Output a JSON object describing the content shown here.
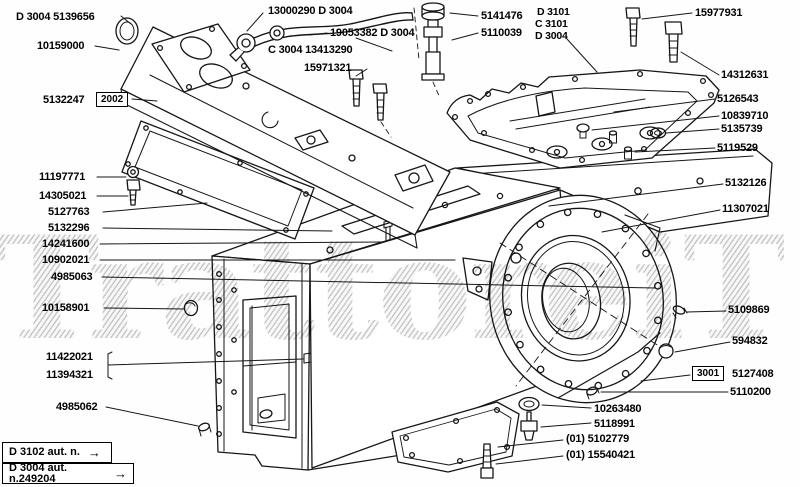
{
  "watermark": "TrattoreiT",
  "boxed_refs": {
    "cover_ref": "2002",
    "plug_ref": "3001"
  },
  "legend": [
    {
      "text": "D 3102 aut. n.",
      "arrow": "→"
    },
    {
      "text": "D 3004 aut. n.249204",
      "arrow": "→"
    }
  ],
  "labels": {
    "left": [
      "D 3004 5139656",
      "10159000",
      "5132247",
      "11197771",
      "14305021",
      "5127763",
      "5132296",
      "14241600",
      "10902021",
      "4985063",
      "10158901",
      "11422021",
      "11394321",
      "4985062"
    ],
    "top": [
      "13000290 D 3004",
      "19053382 D 3004",
      "C 3004 13413290",
      "15971321",
      "5141476",
      "5110039",
      "D 3101",
      "C 3101",
      "D 3004",
      "15977931"
    ],
    "right": [
      "14312631",
      "5126543",
      "10839710",
      "5135739",
      "5119529",
      "5132126",
      "11307021",
      "5109869",
      "594832",
      "5127408",
      "5110200"
    ],
    "bottom": [
      "10263480",
      "5118991",
      "(01) 5102779",
      "(01) 15540421"
    ]
  }
}
